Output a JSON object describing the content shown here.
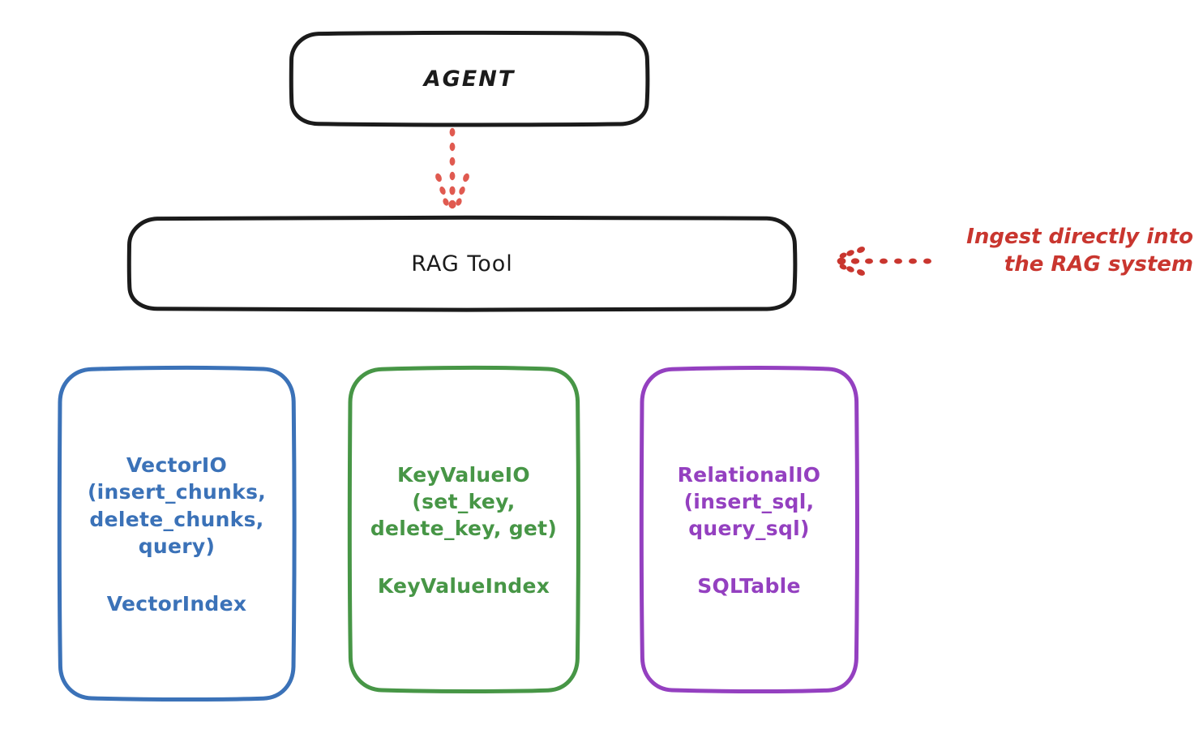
{
  "diagram": {
    "title_nodes": {
      "agent": {
        "label": "AGENT",
        "color": "#1b1b1b"
      },
      "rag_tool": {
        "label": "RAG Tool",
        "color": "#1b1b1b"
      }
    },
    "stores": [
      {
        "id": "vector",
        "io_label": "VectorIO\n(insert_chunks,\ndelete_chunks,\nquery)",
        "index_label": "VectorIndex",
        "color": "#3b72b8"
      },
      {
        "id": "keyvalue",
        "io_label": "KeyValueIO\n(set_key,\ndelete_key, get)",
        "index_label": "KeyValueIndex",
        "color": "#479646"
      },
      {
        "id": "relational",
        "io_label": "RelationalIO\n(insert_sql,\nquery_sql)",
        "index_label": "SQLTable",
        "color": "#9440c0"
      }
    ],
    "annotation": {
      "text": "Ingest directly into\nthe RAG system",
      "color": "#c9362f"
    },
    "arrows": [
      {
        "id": "agent-to-rag-tool",
        "style": "dotted",
        "direction": "down",
        "color": "#e05a50"
      },
      {
        "id": "ingest-into-rag-tool",
        "style": "dotted",
        "direction": "left",
        "color": "#c9362f"
      }
    ]
  }
}
